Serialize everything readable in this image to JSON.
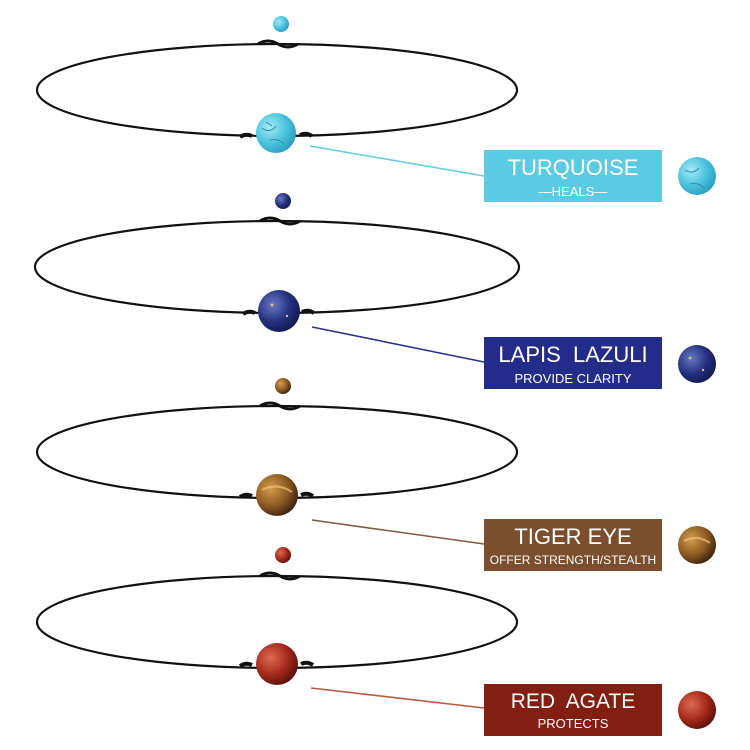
{
  "items": [
    {
      "name": "TURQUOISE",
      "subtitle": "—HEALS—",
      "stone": "turquoise",
      "label_bg": "#5bcbe3",
      "line_color": "#66cde0",
      "bead_base": "#48c1dd",
      "bead_light": "#a6eaf5",
      "bead_dark": "#2d9fbf"
    },
    {
      "name": "LAPIS  LAZULI",
      "subtitle": "PROVIDE CLARITY",
      "stone": "lapis lazuli",
      "label_bg": "#242c8a",
      "line_color": "#2b3287",
      "bead_base": "#24307e",
      "bead_light": "#6877c4",
      "bead_dark": "#121a52"
    },
    {
      "name": "TIGER EYE",
      "subtitle": "OFFER STRENGTH/STEALTH",
      "stone": "tiger eye",
      "label_bg": "#7b4e2d",
      "line_color": "#7d5b3e",
      "bead_base": "#8b5a22",
      "bead_light": "#d59c4d",
      "bead_dark": "#3c220f"
    },
    {
      "name": "RED  AGATE",
      "subtitle": "PROTECTS",
      "stone": "red agate",
      "label_bg": "#821e12",
      "line_color": "#b65b3f",
      "bead_base": "#a4281b",
      "bead_light": "#de6a52",
      "bead_dark": "#5d1009"
    }
  ]
}
